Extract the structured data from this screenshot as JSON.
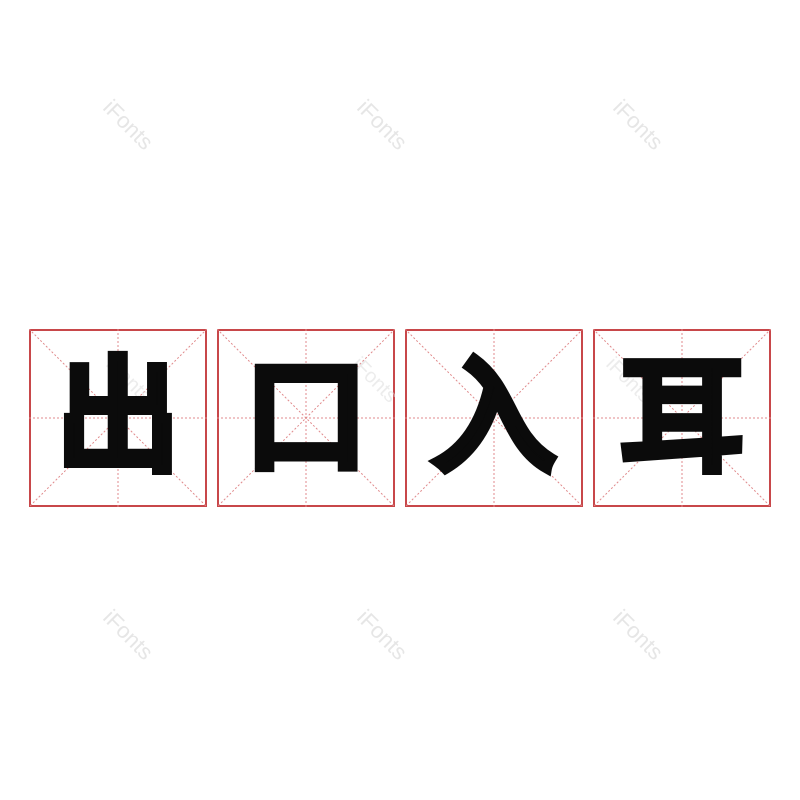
{
  "watermark_text": "iFonts",
  "characters": [
    "出",
    "口",
    "入",
    "耳"
  ],
  "colors": {
    "grid_border": "#c8474a",
    "grid_guides": "#e08a8c",
    "glyph": "#0b0b0b",
    "watermark": "#e6e6e6"
  }
}
